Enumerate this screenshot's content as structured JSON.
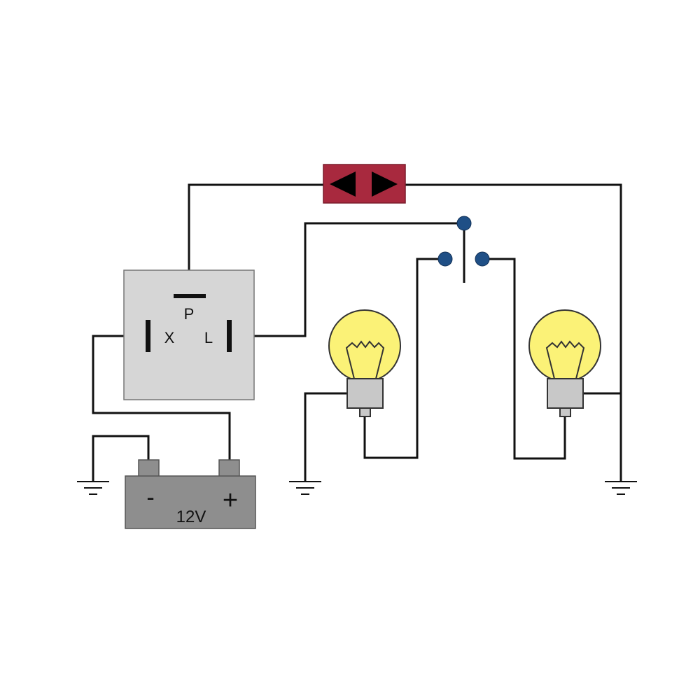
{
  "relay": {
    "terminal_p": "P",
    "terminal_x": "X",
    "terminal_l": "L",
    "body_color": "#d6d6d6"
  },
  "battery": {
    "minus": "-",
    "plus": "+",
    "voltage": "12V",
    "body_color": "#8e8e8e"
  },
  "indicator": {
    "color": "#a8293e",
    "left_arrow_icon": "arrow-left-icon",
    "right_arrow_icon": "arrow-right-icon"
  },
  "switch": {
    "contact_color": "#1f4f86"
  },
  "lamp": {
    "glass_color": "#fbf277",
    "base_color": "#c8c8c8"
  }
}
